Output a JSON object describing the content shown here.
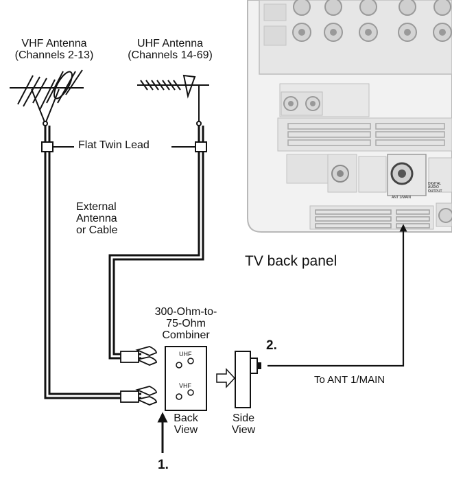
{
  "antennas": {
    "vhf": {
      "name": "VHF Antenna",
      "channels": "(Channels 2-13)"
    },
    "uhf": {
      "name": "UHF Antenna",
      "channels": "(Channels 14-69)"
    }
  },
  "labels": {
    "flat_twin_lead": "Flat Twin Lead",
    "external_line1": "External",
    "external_line2": "Antenna",
    "external_line3": "or Cable",
    "tv_back_panel": "TV back panel",
    "combiner_line1": "300-Ohm-to-",
    "combiner_line2": "75-Ohm",
    "combiner_line3": "Combiner",
    "combiner_uhf": "UHF",
    "combiner_vhf": "VHF",
    "back_view_line1": "Back",
    "back_view_line2": "View",
    "side_view_line1": "Side",
    "side_view_line2": "View",
    "to_ant": "To ANT 1/MAIN",
    "step1": "1.",
    "step2": "2."
  },
  "panel_labels": {
    "ant1_main": "ANT 1/MAIN",
    "digital_audio_output": "DIGITAL AUDIO OUTPUT"
  },
  "colors": {
    "line": "#111111",
    "panel_fill": "#ececec",
    "panel_stroke": "#b5b5b5"
  }
}
